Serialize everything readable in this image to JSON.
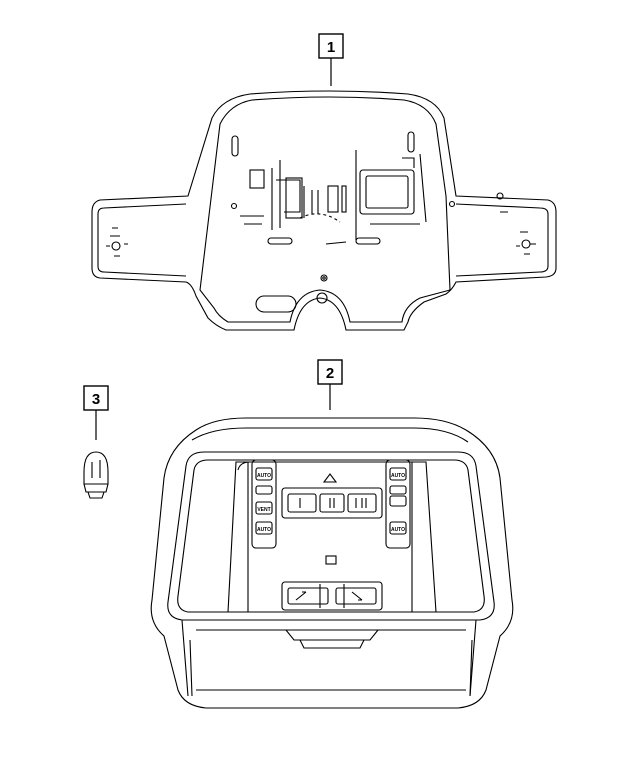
{
  "callouts": [
    {
      "id": "1",
      "label": "1"
    },
    {
      "id": "2",
      "label": "2"
    },
    {
      "id": "3",
      "label": "3"
    }
  ],
  "console_buttons": {
    "left": [
      "AUTO",
      "",
      "VENT",
      "AUTO"
    ],
    "right": [
      "AUTO",
      "",
      "",
      "AUTO"
    ]
  },
  "colors": {
    "line": "#000000",
    "background": "#ffffff"
  }
}
